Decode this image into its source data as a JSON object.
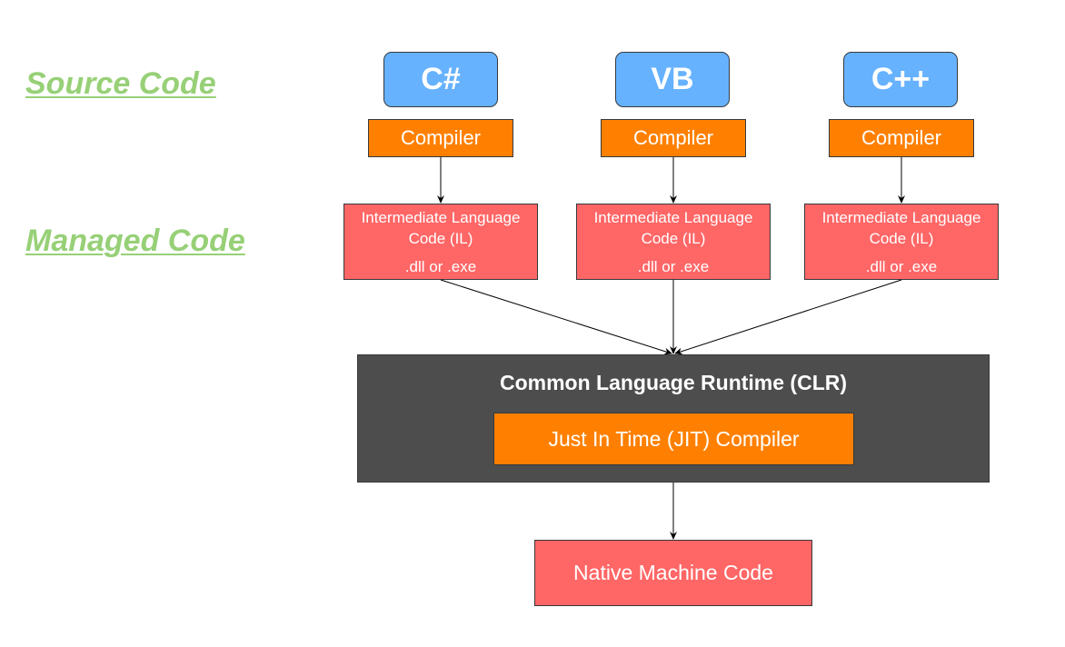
{
  "labels": {
    "source_code": "Source Code",
    "managed_code": "Managed Code"
  },
  "languages": [
    {
      "name": "C#"
    },
    {
      "name": "VB"
    },
    {
      "name": "C++"
    }
  ],
  "compiler_label": "Compiler",
  "il": {
    "title_line1": "Intermediate Language",
    "title_line2": "Code (IL)",
    "extension": ".dll or .exe"
  },
  "clr": {
    "title": "Common Language Runtime (CLR)",
    "jit": "Just In Time (JIT) Compiler"
  },
  "output": "Native Machine Code",
  "colors": {
    "section_label": "#97d077",
    "language_box": "#66b2ff",
    "compiler_box": "#ff8000",
    "il_box": "#ff6666",
    "clr_box": "#4d4d4d",
    "connector": "#000000"
  }
}
